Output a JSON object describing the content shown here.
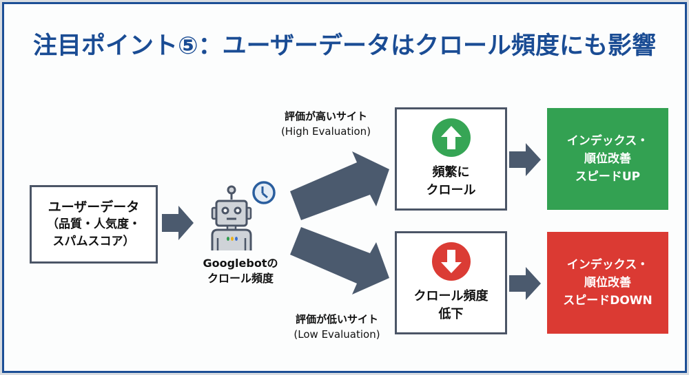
{
  "title": "注目ポイント⑤：ユーザーデータはクロール頻度にも影響",
  "user_data_box": {
    "lines": [
      "ユーザーデータ",
      "（品質・人気度・",
      "スパムスコア）"
    ]
  },
  "googlebot": {
    "icon": "robot-icon",
    "clock_icon": "clock-icon",
    "lines": [
      "Googlebotの",
      "クロール頻度"
    ]
  },
  "high_path": {
    "label_jp": "評価が高いサイト",
    "label_en": "(High Evaluation)",
    "box_lines": [
      "頻繁に",
      "クロール"
    ],
    "box_icon": "arrow-up-circle-icon",
    "result_lines": [
      "インデックス・",
      "順位改善",
      "スピードUP"
    ],
    "color": "#33a152"
  },
  "low_path": {
    "label_jp": "評価が低いサイト",
    "label_en": "(Low Evaluation)",
    "box_lines": [
      "クロール頻度",
      "低下"
    ],
    "box_icon": "arrow-down-circle-icon",
    "result_lines": [
      "インデックス・",
      "順位改善",
      "スピードDOWN"
    ],
    "color": "#db3a33"
  },
  "colors": {
    "title": "#1a4c94",
    "frame_border": "#1c4f96",
    "arrow": "#4b5a6e"
  }
}
